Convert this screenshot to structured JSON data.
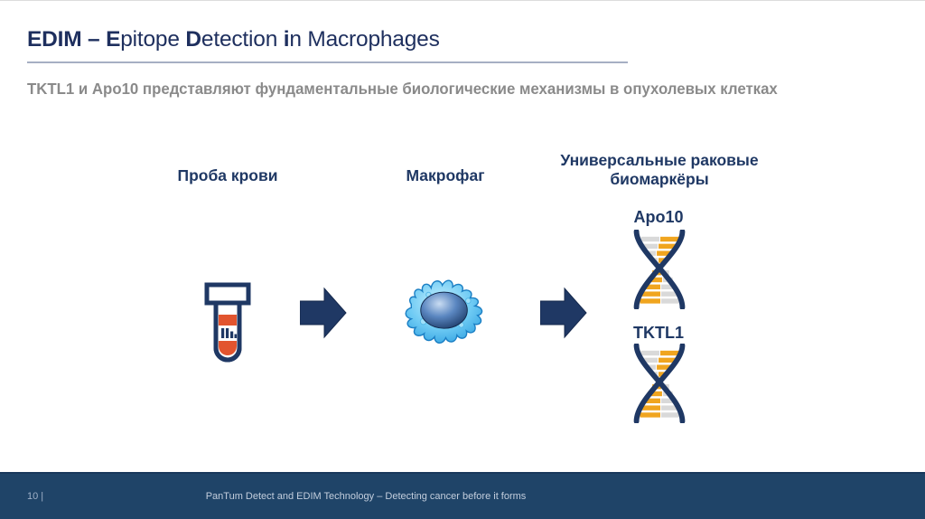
{
  "slide": {
    "title": {
      "full": "EDIM – Epitope Detection in Macrophages",
      "parts": [
        {
          "text": "EDIM – E"
        },
        {
          "text": "pitope "
        },
        {
          "text": "D"
        },
        {
          "text": "etection "
        },
        {
          "text": "i"
        },
        {
          "text": "n Macrophages"
        }
      ]
    },
    "subtitle": "TKTL1 и Apo10 представляют фундаментальные биологические механизмы в опухолевых клетках",
    "diagram": {
      "step_labels": {
        "blood_sample": "Проба крови",
        "macrophage": "Макрофаг",
        "biomarkers": "Универсальные раковые биомаркёры"
      },
      "biomarkers": [
        {
          "name": "Apo10"
        },
        {
          "name": "TKTL1"
        }
      ],
      "icons": {
        "blood_tube": "blood-tube-icon",
        "arrow": "arrow-right-icon",
        "macrophage_cell": "macrophage-cell-icon",
        "dna_helix": "dna-helix-icon"
      }
    },
    "footer": {
      "page_number": "10 |",
      "text": "PanTum Detect and EDIM Technology – Detecting cancer before it forms"
    },
    "colors": {
      "navy": "#1F3864",
      "title-navy": "#1E2F5E",
      "divider": "#A6AFC3",
      "subtitle-gray": "#8A8A8A",
      "bar-orange": "#F0A51F",
      "bar-gray": "#D9D9D9",
      "blood-orange": "#E2542E",
      "cell-blue": "#36A9E1",
      "footer-bg": "#1F4468",
      "footer-text": "#C3CEDD"
    }
  }
}
